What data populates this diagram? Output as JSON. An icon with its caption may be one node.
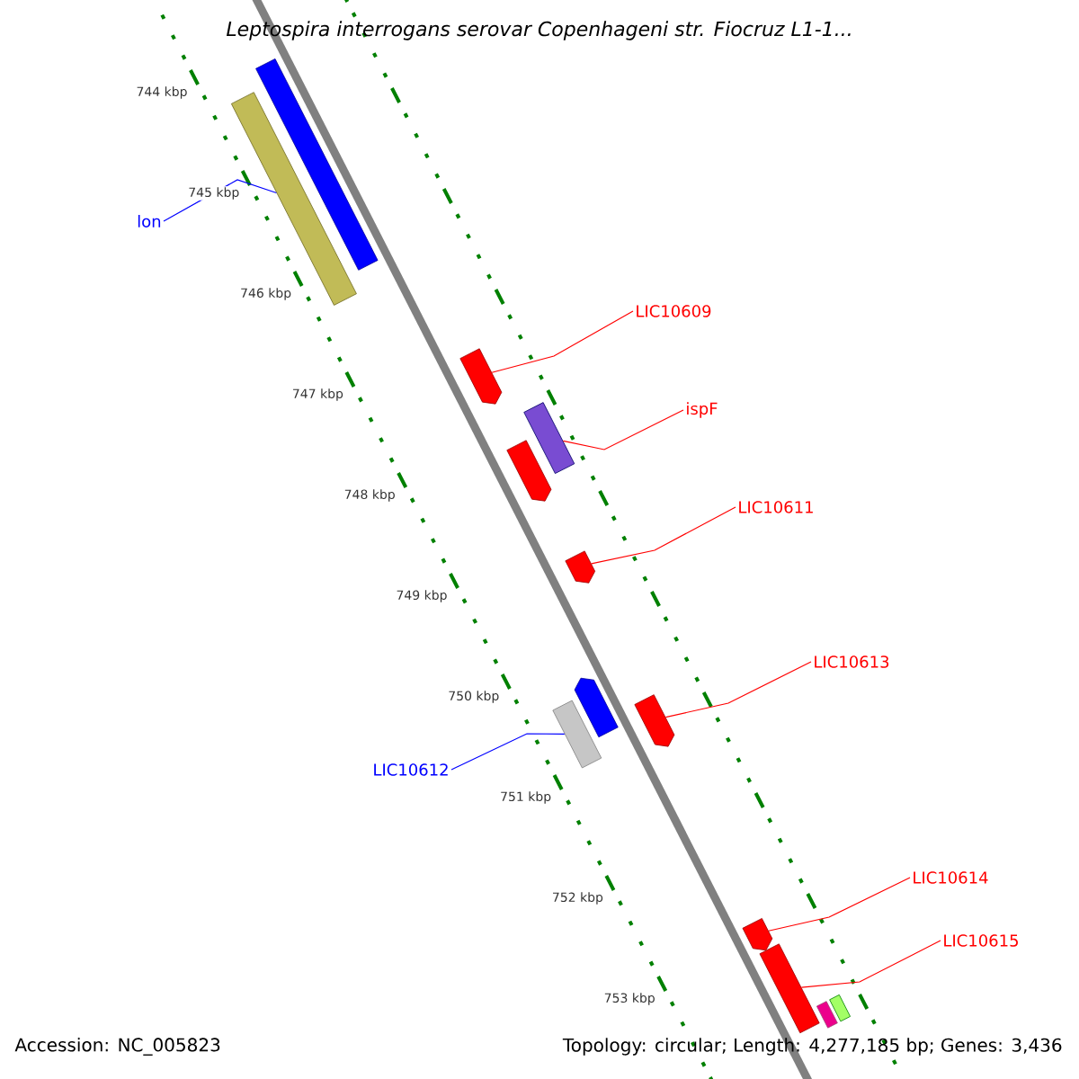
{
  "diagram": {
    "title": "*Leptospira interrogans* serovar Copenhageni str. Fiocruz L1-1...",
    "nodes": [
      {
        "text": [],
        "shape": "bar"
      },
      {
        "text": [],
        "shape": "bar"
      },
      {
        "text": [
          "lon"
        ]
      },
      {
        "text": [
          "LIC10609"
        ]
      },
      {
        "text": [],
        "shape": "arrow"
      },
      {
        "text": [
          "ispF"
        ]
      },
      {
        "text": [],
        "shape": "bar"
      },
      {
        "text": [],
        "shape": "arrow"
      },
      {
        "text": [
          "LIC10611"
        ]
      },
      {
        "text": [],
        "shape": "arrow"
      },
      {
        "text": [
          "LIC10613"
        ]
      },
      {
        "text": [],
        "shape": "arrow"
      },
      {
        "text": [],
        "shape": "bar"
      },
      {
        "text": [],
        "shape": "arrow"
      },
      {
        "text": [
          "LIC10612"
        ]
      },
      {
        "text": [
          "LIC10614"
        ]
      },
      {
        "text": [
          "LIC10615"
        ]
      },
      {
        "text": [],
        "shape": "arrow"
      },
      {
        "text": [],
        "shape": "bar"
      },
      {
        "text": [],
        "shape": "bar"
      },
      {
        "text": [],
        "shape": "bar"
      }
    ],
    "edges": [
      {
        "from": 2,
        "to": 0,
        "arrow": "none",
        "color": "#0000ff"
      },
      {
        "from": 3,
        "to": 4,
        "arrow": "none"
      },
      {
        "from": 5,
        "to": 6,
        "arrow": "none"
      },
      {
        "from": 8,
        "to": 9,
        "arrow": "none"
      },
      {
        "from": 10,
        "to": 13,
        "arrow": "none"
      },
      {
        "from": 14,
        "to": 12,
        "arrow": "none",
        "color": "#0000ff"
      },
      {
        "from": 15,
        "to": 17,
        "arrow": "none"
      },
      {
        "from": 16,
        "to": 18,
        "arrow": "none"
      }
    ],
    "labels": [
      "744 kbp",
      "745 kbp",
      "746 kbp",
      "747 kbp",
      "748 kbp",
      "749 kbp",
      "750 kbp",
      "751 kbp",
      "752 kbp",
      "753 kbp",
      "Accession: NC_005823",
      "Topology: circular; Length: 4,277,185 bp; Genes: 3,436"
    ]
  }
}
